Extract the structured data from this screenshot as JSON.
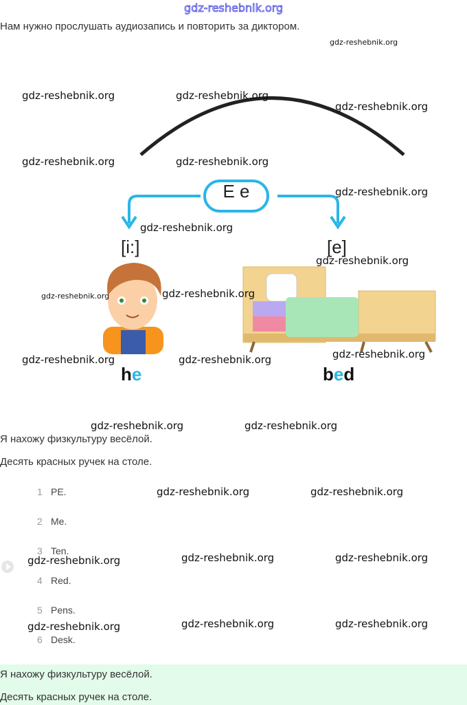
{
  "watermark": "gdz-reshebnik.org",
  "intro": "Нам нужно прослушать аудиозапись и повторить за диктором.",
  "diagram": {
    "letter": "E e",
    "ipa_left": "[i:]",
    "ipa_right": "[e]",
    "word_left": {
      "pre": "h",
      "e": "e",
      "post": ""
    },
    "word_right": {
      "pre": "b",
      "e": "e",
      "post": "d"
    }
  },
  "translation1": [
    "Я нахожу физкультуру весёлой.",
    "Десять красных ручек на столе."
  ],
  "items": [
    {
      "n": "1",
      "t": "PE."
    },
    {
      "n": "2",
      "t": "Me."
    },
    {
      "n": "3",
      "t": "Ten."
    },
    {
      "n": "4",
      "t": "Red."
    },
    {
      "n": "5",
      "t": "Pens."
    },
    {
      "n": "6",
      "t": "Desk."
    }
  ],
  "translation2": [
    "Я нахожу физкультуру весёлой.",
    "Десять красных ручек на столе."
  ],
  "colors": {
    "accent": "#29b6e8",
    "highlight": "#e3fbea"
  }
}
